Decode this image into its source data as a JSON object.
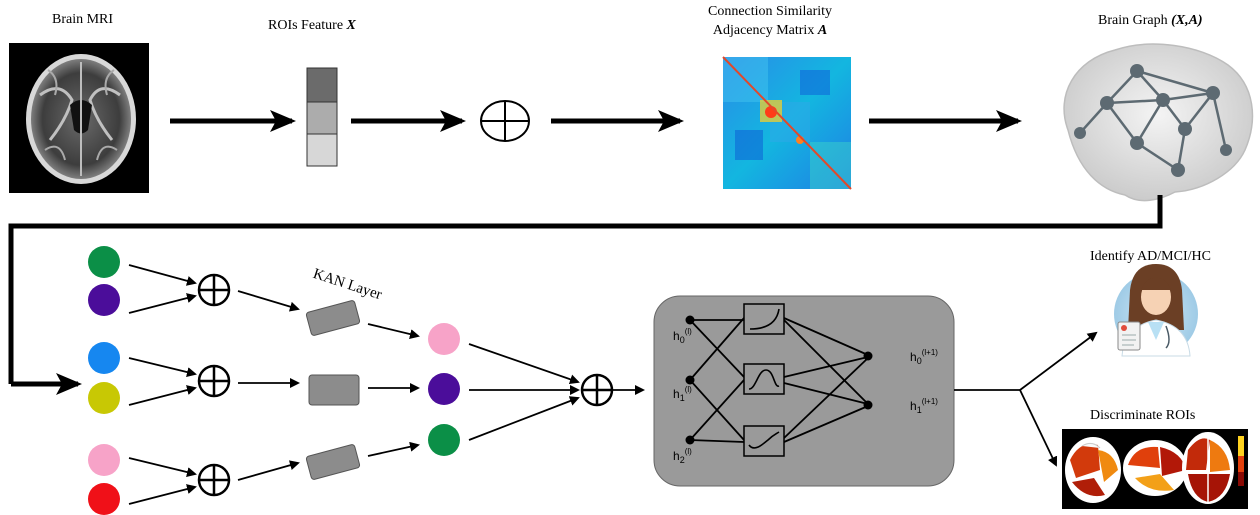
{
  "labels": {
    "brain_mri": "Brain MRI",
    "rois_feature": "ROIs Feature ",
    "rois_feature_var": "X",
    "connection_line1": "Connection Similarity",
    "connection_line2": "Adjacency Matrix ",
    "connection_var": "A",
    "brain_graph": "Brain Graph ",
    "brain_graph_var": "(X,A)",
    "kan_layer": "KAN Layer",
    "identify": "Identify AD/MCI/HC",
    "discriminate": "Discriminate ROIs"
  },
  "network": {
    "h0_in": "h",
    "h0_in_sub": "0",
    "h0_in_sup": "(l)",
    "h1_in": "h",
    "h1_in_sub": "1",
    "h1_in_sup": "(l)",
    "h2_in": "h",
    "h2_in_sub": "2",
    "h2_in_sup": "(l)",
    "h0_out": "h",
    "h0_out_sub": "0",
    "h0_out_sup": "(l+1)",
    "h1_out": "h",
    "h1_out_sub": "1",
    "h1_out_sup": "(l+1)"
  },
  "colors": {
    "green": "#0b8f47",
    "purple": "#4b0d9a",
    "blue": "#1687f0",
    "olive": "#c8c804",
    "pink": "#f7a3c8",
    "red": "#f01018",
    "panel_gray": "#9a9a9a",
    "kan_box": "#8c8c8c"
  }
}
